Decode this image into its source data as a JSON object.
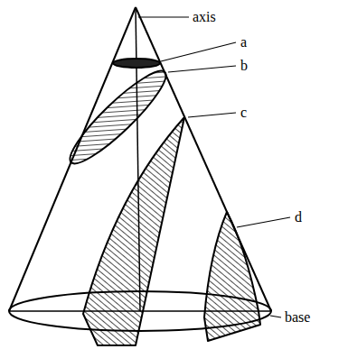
{
  "diagram": {
    "labels": [
      "axis",
      "a",
      "b",
      "c",
      "d",
      "base"
    ]
  }
}
